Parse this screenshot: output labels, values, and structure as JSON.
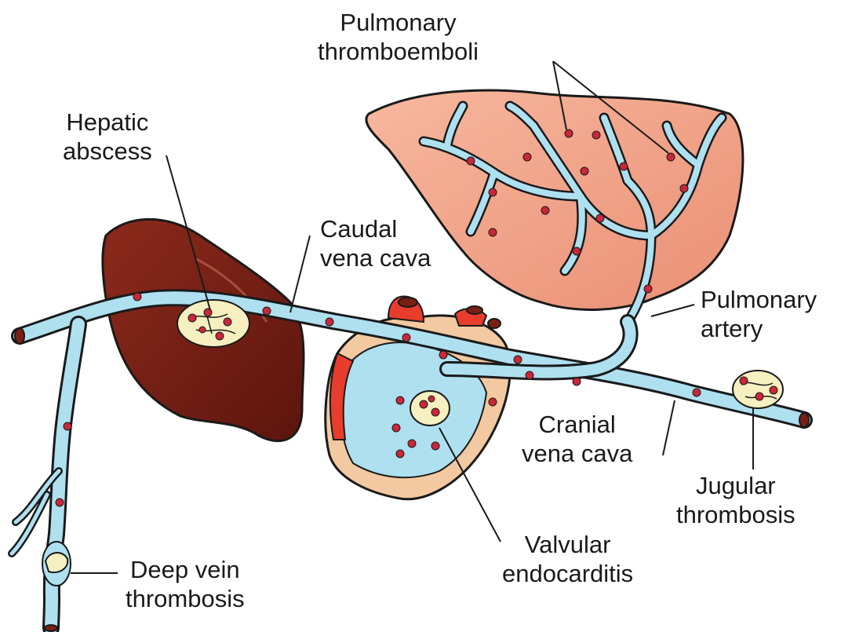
{
  "labels": {
    "pulmonary_thromboemboli": [
      "Pulmonary",
      "thromboemboli"
    ],
    "hepatic_abscess": [
      "Hepatic",
      "abscess"
    ],
    "caudal_vena_cava": [
      "Caudal",
      "vena cava"
    ],
    "pulmonary_artery": [
      "Pulmonary",
      "artery"
    ],
    "cranial_vena_cava": [
      "Cranial",
      "vena cava"
    ],
    "jugular_thrombosis": [
      "Jugular",
      "thrombosis"
    ],
    "valvular_endocarditis": [
      "Valvular",
      "endocarditis"
    ],
    "deep_vein_thrombosis": [
      "Deep vein",
      "thrombosis"
    ]
  },
  "colors": {
    "vessel": "#aee0f0",
    "outline": "#1a1a1a",
    "embolus": "#c8283a",
    "liver": "#7a1f14",
    "lung": "#f2a58c",
    "heart_red": "#e83c2c",
    "heart_tan": "#f2c9a0",
    "thrombus": "#f6f0c0"
  }
}
